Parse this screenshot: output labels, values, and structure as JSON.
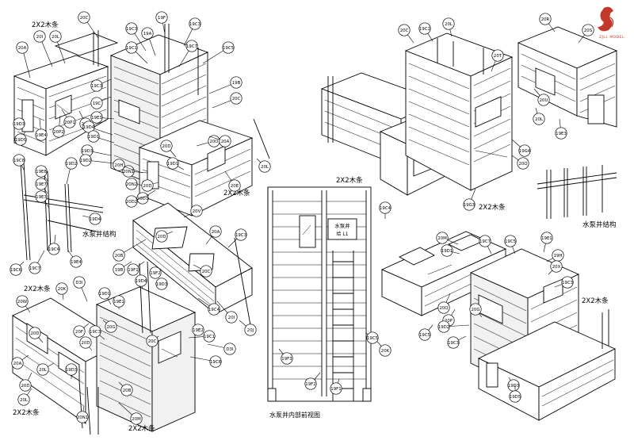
{
  "captions": {
    "wood_strip_a": "2X2木条",
    "pump_well_structure_left": "水泵井结构",
    "wood_strip_b": "2X2木条",
    "pump_well_structure_right": "水泵井结构",
    "wood_strip_c": "2X2木条",
    "wood_strip_d": "2X2木条",
    "wood_strip_e": "2X2木条",
    "wood_strip_f": "2X2木条",
    "wood_strip_g": "2X2木条",
    "wood_strip_h": "2X2木条",
    "pump_well_front_view": "水泵井内部前视图",
    "pump_well_sign_line1": "水泵井",
    "pump_well_sign_line2": "给 L1"
  },
  "logo": {
    "text": "ZJLL MODEL",
    "accent": "#c0392b"
  },
  "colors": {
    "ink": "#000000",
    "paper": "#ffffff",
    "hatch": "#f1f1f1"
  },
  "part_labels": [
    "20C",
    "19F",
    "20A",
    "20I",
    "20L",
    "19C3",
    "19A",
    "19C3",
    "19C1",
    "19C7",
    "19C5",
    "19D3",
    "19D5",
    "19E4",
    "20P1",
    "20P2",
    "20B",
    "19C3",
    "19C",
    "19D4",
    "19B",
    "20C",
    "19E3",
    "19D3",
    "19D1",
    "19D2",
    "19C8",
    "20D",
    "20O",
    "19D1",
    "20N1",
    "20N2",
    "20H",
    "20D",
    "20D3",
    "20D2",
    "20E",
    "20L",
    "19E8",
    "19E7",
    "19E3",
    "19D2",
    "19D4",
    "19C6",
    "19C7",
    "19C4",
    "19E4",
    "20V",
    "20D",
    "20A",
    "19C3",
    "20B",
    "19B",
    "19F1",
    "19F2",
    "19D3",
    "19D4",
    "20C",
    "19C4",
    "19E2",
    "20I",
    "20J",
    "20K",
    "20W",
    "20A",
    "20D",
    "20G",
    "20B",
    "20L",
    "20N1",
    "20M",
    "20F",
    "D3I",
    "19D1",
    "19E1",
    "D3I",
    "19C1",
    "19C8",
    "20D",
    "20L",
    "19D3",
    "20D",
    "20C",
    "19C3",
    "20A",
    "19C4",
    "19F3",
    "19F2",
    "19F1",
    "20K",
    "19C5",
    "20T",
    "20R",
    "20S",
    "20U",
    "20L",
    "19E3",
    "19G3",
    "19G4",
    "20O",
    "20Q",
    "20P",
    "19C3",
    "19C7",
    "19C5",
    "19E1",
    "19H",
    "20X",
    "19C3",
    "19D1",
    "20M",
    "19D3",
    "19D5",
    "19D2",
    "19C2",
    "20L",
    "20C",
    "20G",
    "19C5"
  ]
}
